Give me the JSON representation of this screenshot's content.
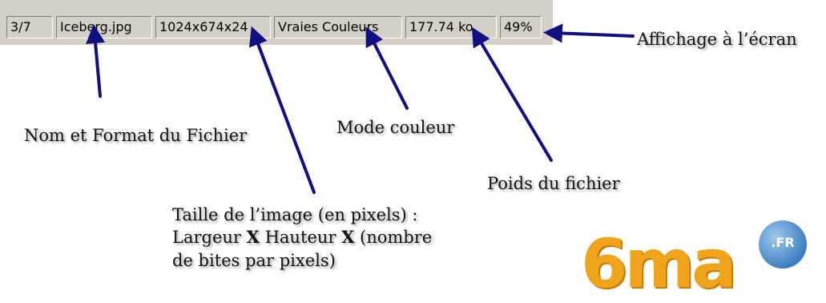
{
  "statusbar": {
    "panels": [
      {
        "label": "3/7"
      },
      {
        "label": "Iceberg.jpg"
      },
      {
        "label": "1024x674x24"
      },
      {
        "label": "Vraies Couleurs"
      },
      {
        "label": "177.74 ko"
      },
      {
        "label": "49%"
      }
    ]
  },
  "annotations": {
    "nom_format": "Nom et Format du Fichier",
    "mode_couleur": "Mode couleur",
    "poids": "Poids du fichier",
    "affichage": "Affichage à l’écran",
    "taille": {
      "line1": "Taille de l’image (en pixels) :",
      "line2_a": "Largeur ",
      "line2_x1": "X",
      "line2_b": " Hauteur ",
      "line2_x2": "X",
      "line2_c": " (nombre",
      "line3": "de bites par pixels)"
    }
  },
  "logo": {
    "text": "6ma",
    "badge": ".FR"
  },
  "colors": {
    "arrow": "#101080",
    "statusbar_bg": "#d4d0c8",
    "logo_orange": "#f0a41c",
    "badge_blue": "#3f7fc1"
  }
}
